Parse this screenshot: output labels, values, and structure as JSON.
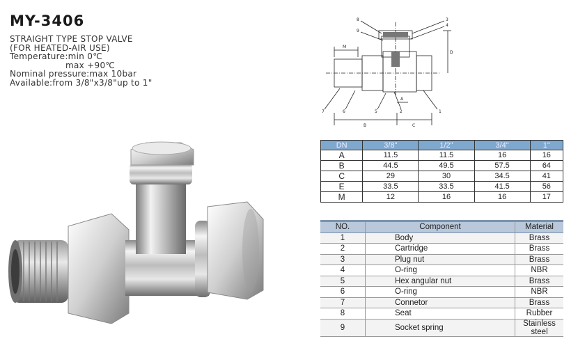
{
  "header": {
    "model": "MY-3406",
    "lines": [
      "STRAIGHT TYPE STOP VALVE",
      "(FOR HEATED-AIR USE)",
      "Temperature:min 0℃",
      "max +90℃",
      "Nominal pressure:max 10bar",
      "Available:from 3/8\"x3/8\"up to 1\""
    ]
  },
  "drawing": {
    "callouts": [
      "1",
      "2",
      "3",
      "4",
      "5",
      "6",
      "7",
      "8",
      "9"
    ],
    "dimension_labels": [
      "M",
      "A",
      "B",
      "C",
      "D"
    ]
  },
  "dimensions_table": {
    "headers": [
      "DN",
      "3/8\"",
      "1/2\"",
      "3/4\"",
      "1\""
    ],
    "rows": [
      [
        "A",
        "11.5",
        "11.5",
        "16",
        "16"
      ],
      [
        "B",
        "44.5",
        "49.5",
        "57.5",
        "64"
      ],
      [
        "C",
        "29",
        "30",
        "34.5",
        "41"
      ],
      [
        "E",
        "33.5",
        "33.5",
        "41.5",
        "56"
      ],
      [
        "M",
        "12",
        "16",
        "16",
        "17"
      ]
    ]
  },
  "parts_table": {
    "headers": [
      "NO.",
      "Component",
      "Material"
    ],
    "rows": [
      [
        "1",
        "Body",
        "Brass"
      ],
      [
        "2",
        "Cartridge",
        "Brass"
      ],
      [
        "3",
        "Plug nut",
        "Brass"
      ],
      [
        "4",
        "O-ring",
        "NBR"
      ],
      [
        "5",
        "Hex angular nut",
        "Brass"
      ],
      [
        "6",
        "O-ring",
        "NBR"
      ],
      [
        "7",
        "Connetor",
        "Brass"
      ],
      [
        "8",
        "Seat",
        "Rubber"
      ],
      [
        "9",
        "Socket spring",
        "Stainless steel"
      ]
    ]
  },
  "colors": {
    "header_blue": "#7fa8cf",
    "parts_header": "#b9c8da",
    "chrome": "#c9c9c9"
  }
}
